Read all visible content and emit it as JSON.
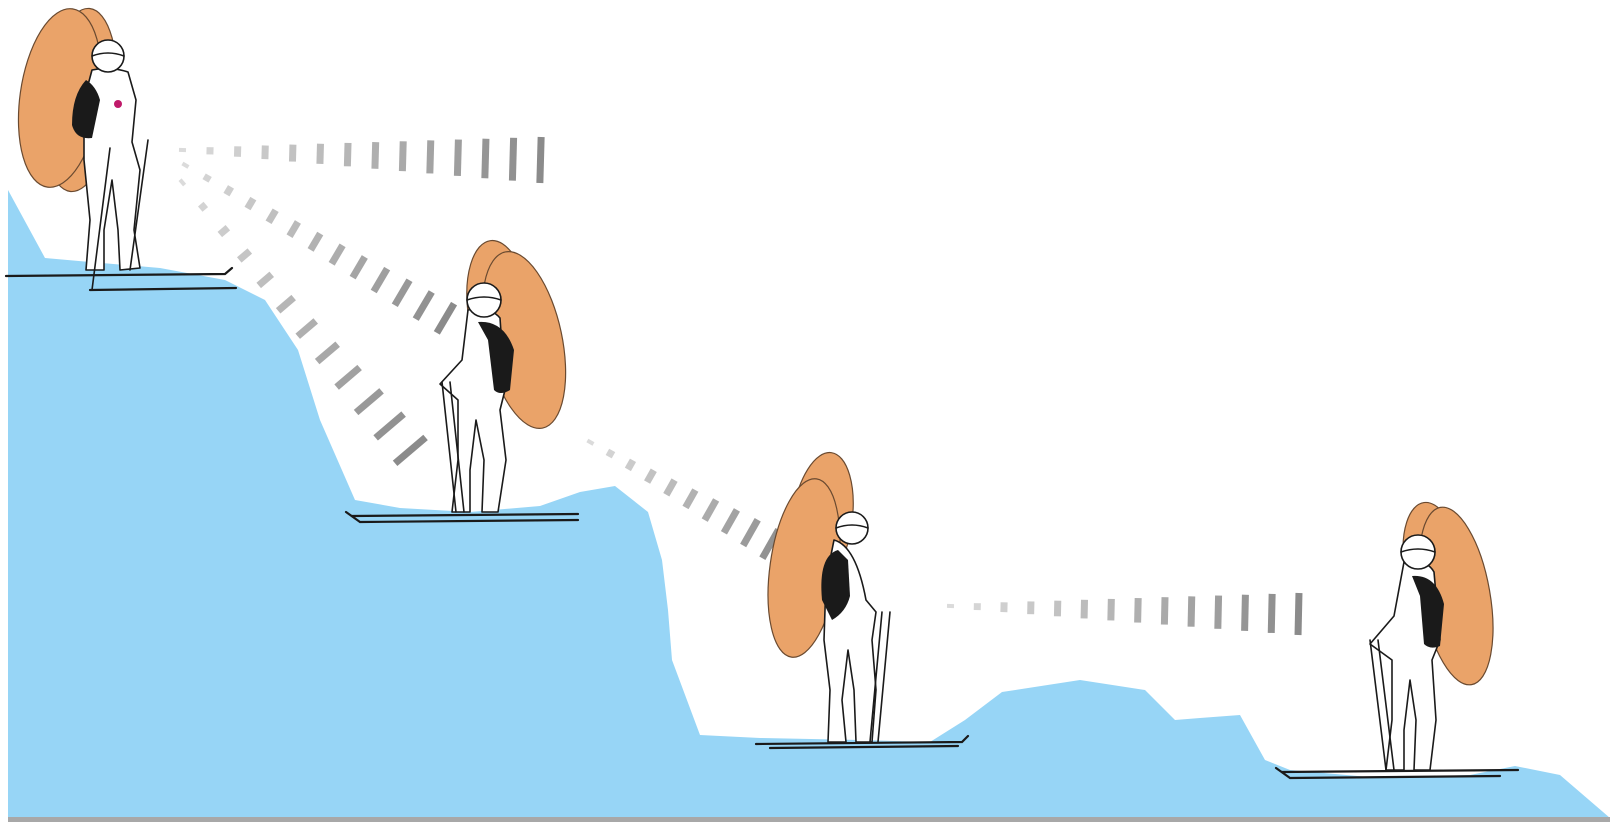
{
  "scene": {
    "colors": {
      "background": "#ffffff",
      "snow": "#97d5f6",
      "ground_line": "#a8a8a8",
      "airbag": "#eaa369",
      "airbag_dark": "#ee9b62",
      "airbag_outline": "#6a4a30",
      "backpack": "#1a1a1a",
      "outline": "#1a1a1a",
      "signal_mark": "#6e6e6e",
      "beacon_light": "#c01a6a"
    },
    "skiers": [
      {
        "name": "skier-1",
        "facing": "right",
        "airbag": "deployed"
      },
      {
        "name": "skier-2",
        "facing": "left",
        "airbag": "deployed"
      },
      {
        "name": "skier-3",
        "facing": "right",
        "airbag": "deployed"
      },
      {
        "name": "skier-4",
        "facing": "left",
        "airbag": "deployed"
      }
    ],
    "signals": [
      {
        "name": "signal-horizontal-1",
        "from": "skier-1",
        "direction": "horizontal"
      },
      {
        "name": "signal-diagonal-upper",
        "from": "skier-1",
        "to": "skier-2"
      },
      {
        "name": "signal-diagonal-lower",
        "from": "skier-1",
        "to": "skier-2"
      },
      {
        "name": "signal-diagonal-2",
        "from": "skier-2",
        "to": "skier-3"
      },
      {
        "name": "signal-horizontal-3",
        "from": "skier-3",
        "to": "skier-4"
      }
    ]
  }
}
